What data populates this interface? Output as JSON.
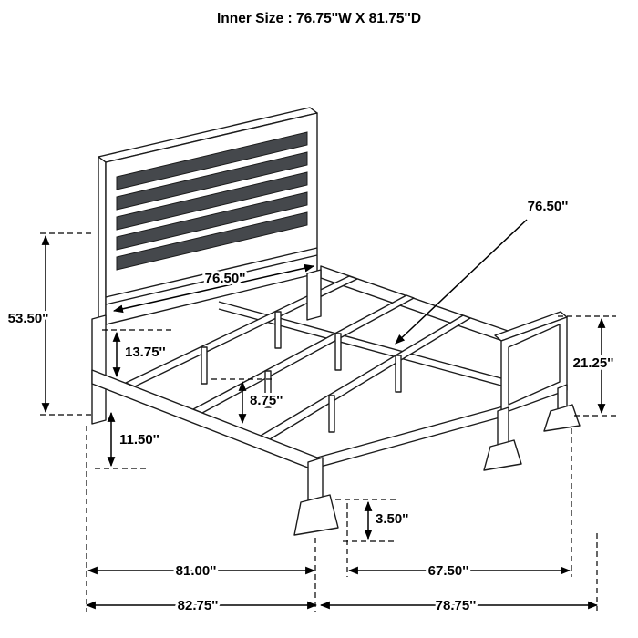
{
  "title": "Inner Size : 76.75''W X 81.75''D",
  "dims": {
    "headboard_width": "76.50''",
    "center_rail_length": "76.50''",
    "headboard_height": "53.50''",
    "headboard_clearance": "13.75''",
    "slat_clearance": "8.75''",
    "rail_clearance": "11.50''",
    "footboard_height": "21.25''",
    "foot_height": "3.50''",
    "side_rail_span": "81.00''",
    "footboard_span": "67.50''",
    "overall_depth": "82.75''",
    "overall_width": "78.75''"
  }
}
